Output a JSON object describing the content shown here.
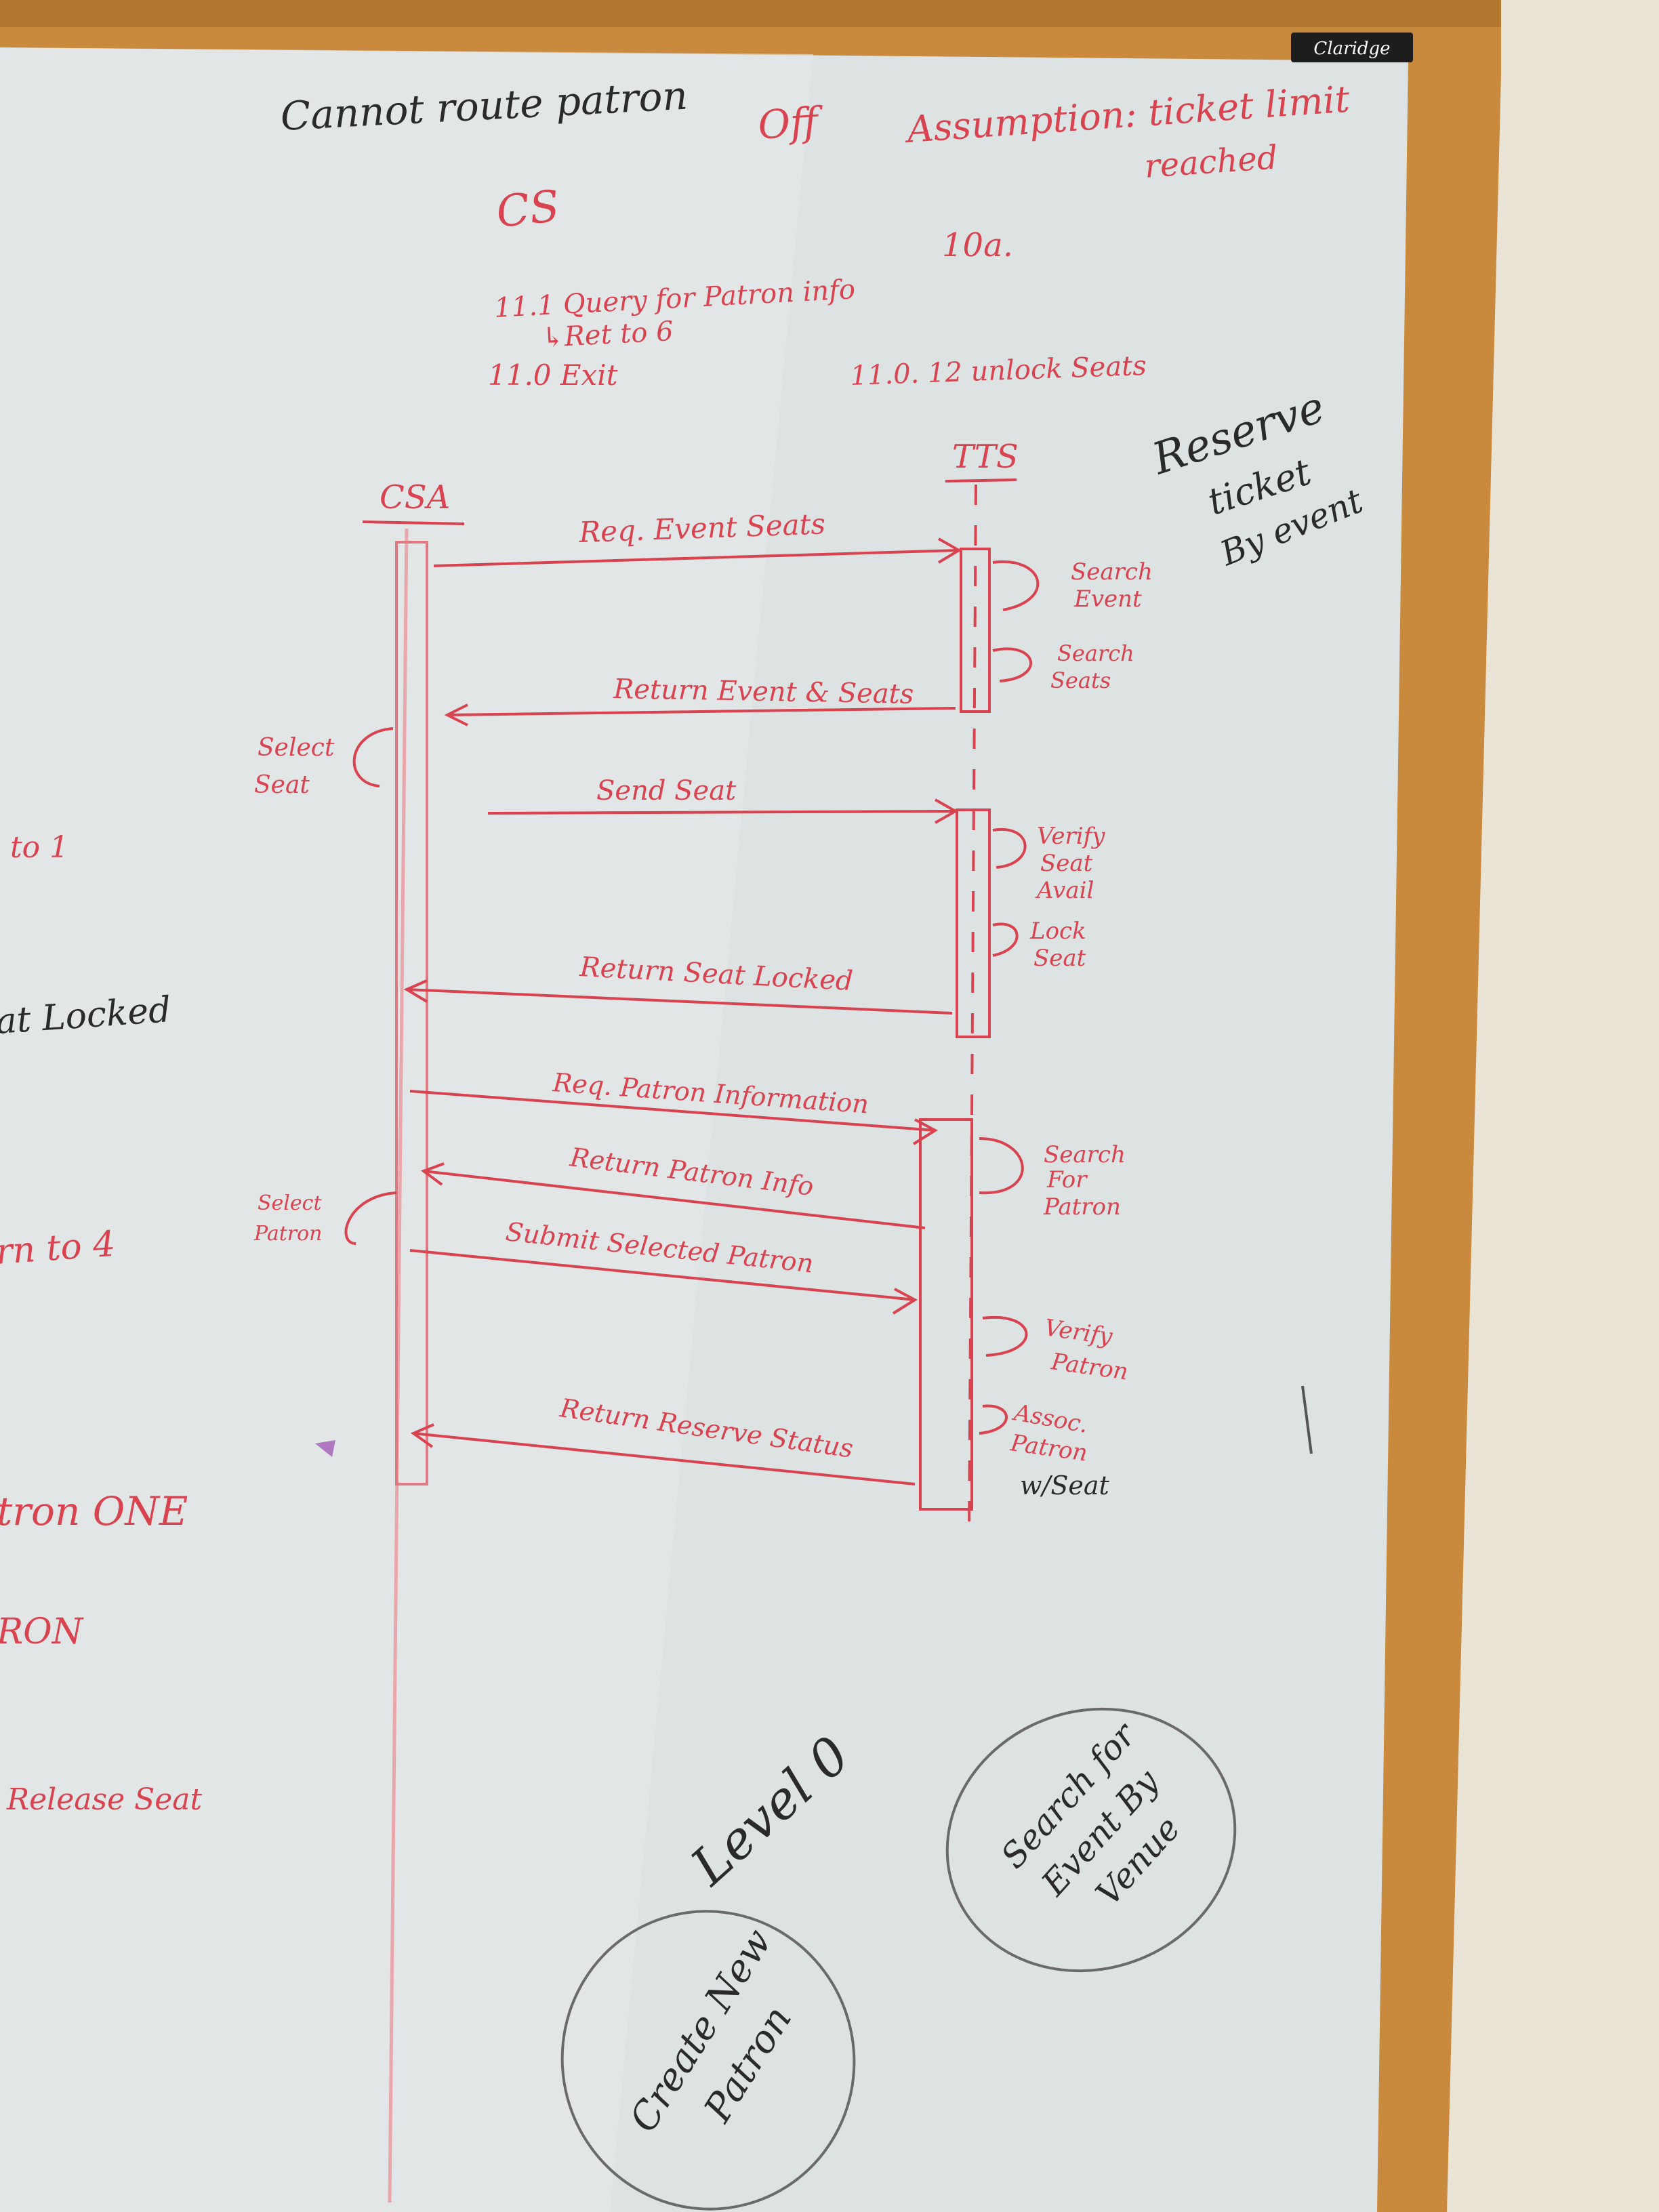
{
  "board": {
    "brand": "Claridge",
    "colors": {
      "frame": "#c98a3e",
      "board": "#dde2e3",
      "wall": "#e9e4d6",
      "red_marker": "#d9434f",
      "black_marker": "#2a2a2a"
    }
  },
  "notes": {
    "top_left": "Cannot route patron",
    "off": "Off",
    "assumption_line1": "Assumption: ticket limit",
    "assumption_line2": "reached",
    "cs": "CS",
    "step_10a": "10a.",
    "step_11_1": "11.1 Query for Patron info",
    "step_11_1_sub": "↳Ret to 6",
    "step_11_0": "11.0 Exit",
    "step_11_0_12": "11.0. 12 unlock Seats",
    "title_line1": "Reserve",
    "title_line2": "ticket",
    "title_line3": "By event"
  },
  "left_fragments": {
    "f1": "to 1",
    "f2": "at Locked",
    "f3": "rn to 4",
    "f4": "tron ONE",
    "f5": "RON",
    "f6": "Release Seat"
  },
  "sequence": {
    "participants": [
      "CSA",
      "TTS"
    ],
    "messages": [
      "Req. Event Seats",
      "Return Event & Seats",
      "Send Seat",
      "Return Seat Locked",
      "Req. Patron Information",
      "Return Patron Info",
      "Submit Selected Patron",
      "Return Reserve Status"
    ],
    "self_calls": {
      "search_event": [
        "Search",
        "Event"
      ],
      "search_seats": [
        "Search",
        "Seats"
      ],
      "select_seat": [
        "Select",
        "Seat"
      ],
      "verify_seat": [
        "Verify",
        "Seat",
        "Avail"
      ],
      "lock_seat": [
        "Lock",
        "Seat"
      ],
      "select_patron": [
        "Select",
        "Patron"
      ],
      "search_patron": [
        "Search",
        "For",
        "Patron"
      ],
      "verify_patron": [
        "Verify",
        "Patron"
      ],
      "assoc_patron": [
        "Assoc.",
        "Patron"
      ],
      "with_seat": "w/Seat"
    }
  },
  "bottom": {
    "level": "Level 0",
    "circle_right": [
      "Search for",
      "Event By",
      "Venue"
    ],
    "circle_left": [
      "Create New",
      "Patron"
    ]
  }
}
